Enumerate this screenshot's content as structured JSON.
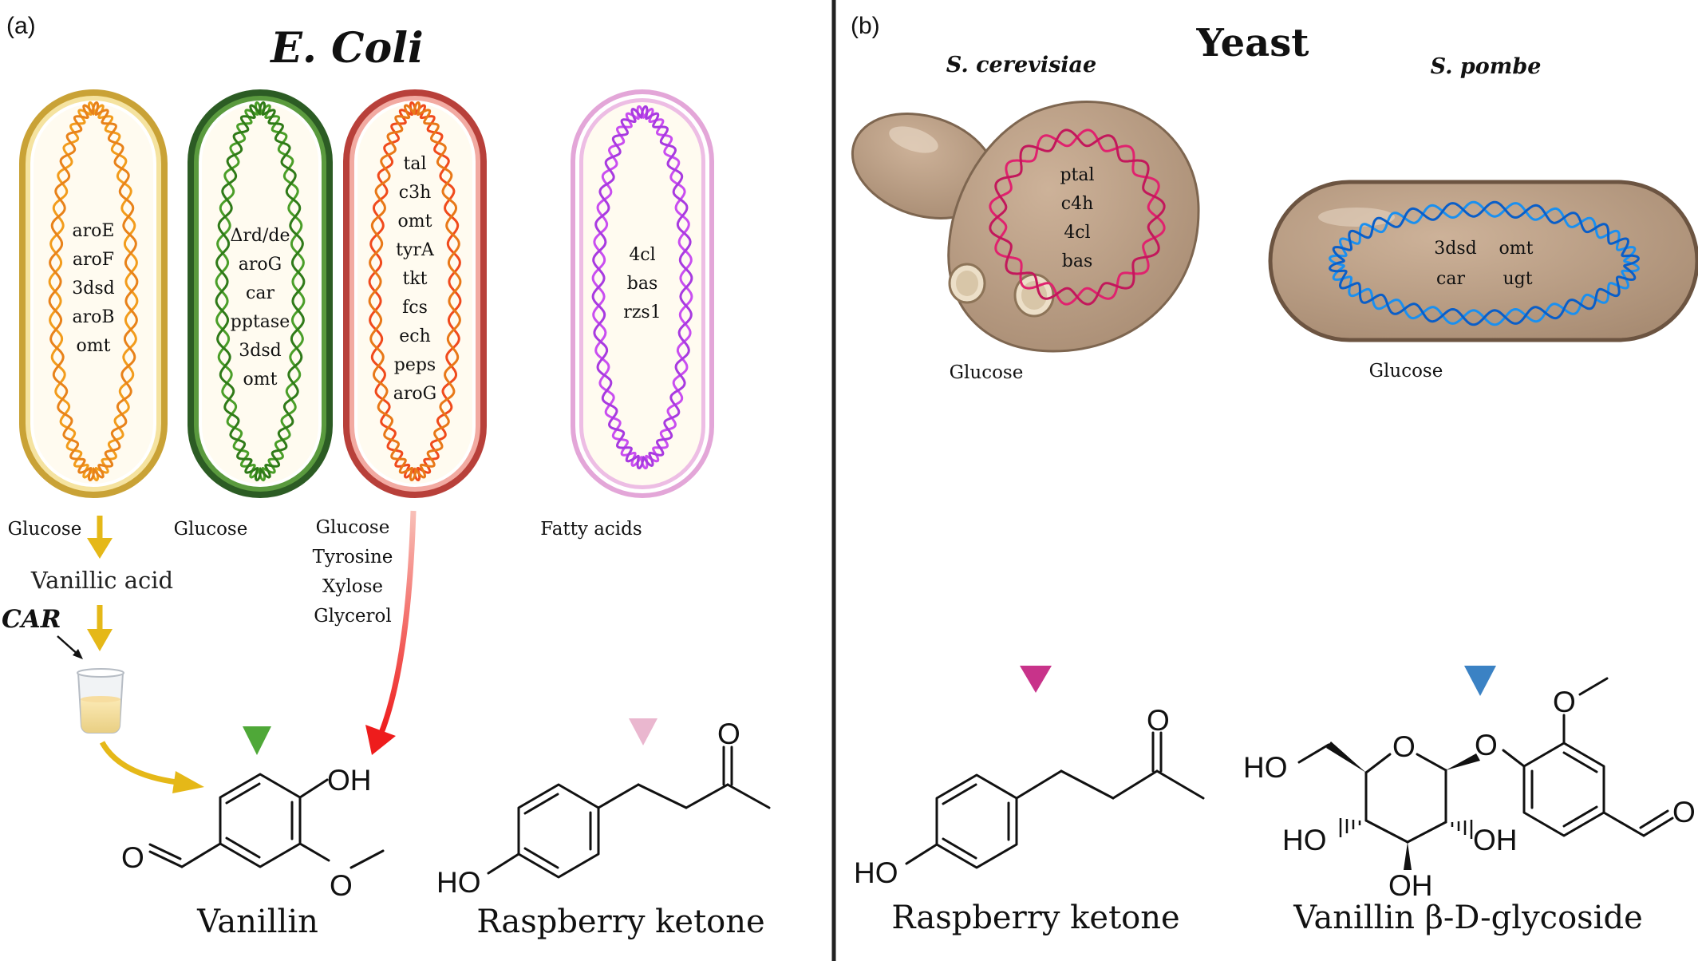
{
  "panel_a": {
    "label": "(a)",
    "title": "E. Coli",
    "cells": [
      {
        "genes": [
          "aroE",
          "aroF",
          "3dsd",
          "aroB",
          "omt"
        ],
        "substrates": [
          "Glucose"
        ],
        "color": "#f0a010"
      },
      {
        "genes": [
          "Δrd/de",
          "aroG",
          "car",
          "pptase",
          "3dsd",
          "omt"
        ],
        "substrates": [
          "Glucose"
        ],
        "color": "#3a8a20"
      },
      {
        "genes": [
          "tal",
          "c3h",
          "omt",
          "tyrA",
          "tkt",
          "fcs",
          "ech",
          "peps",
          "aroG"
        ],
        "substrates": [
          "Glucose",
          "Tyrosine",
          "Xylose",
          "Glycerol"
        ],
        "color": "#e84020"
      },
      {
        "genes": [
          "4cl",
          "bas",
          "rzs1"
        ],
        "substrates": [
          "Fatty acids"
        ],
        "color": "#c050e0"
      }
    ],
    "intermediate": "Vanillic acid",
    "enzyme": "CAR",
    "products": [
      "Vanillin",
      "Raspberry ketone"
    ]
  },
  "panel_b": {
    "label": "(b)",
    "title": "Yeast",
    "organisms": [
      {
        "name": "S. cerevisiae",
        "genes": [
          "ptal",
          "c4h",
          "4cl",
          "bas"
        ],
        "substrate": "Glucose",
        "product": "Raspberry ketone",
        "color": "#d0207a"
      },
      {
        "name": "S. pombe",
        "genes": [
          "3dsd",
          "omt",
          "car",
          "ugt"
        ],
        "substrate": "Glucose",
        "product": "Vanillin β-D-glycoside",
        "color": "#1a80e0"
      }
    ]
  },
  "atoms": {
    "oh": "OH",
    "ho": "HO",
    "o": "O"
  },
  "colors": {
    "yellow": "#e5b818",
    "green": "#4fa838",
    "red": "#ee1c1c",
    "pink": "#eab7cf",
    "magenta": "#c8338a",
    "blue": "#3b82c4"
  }
}
